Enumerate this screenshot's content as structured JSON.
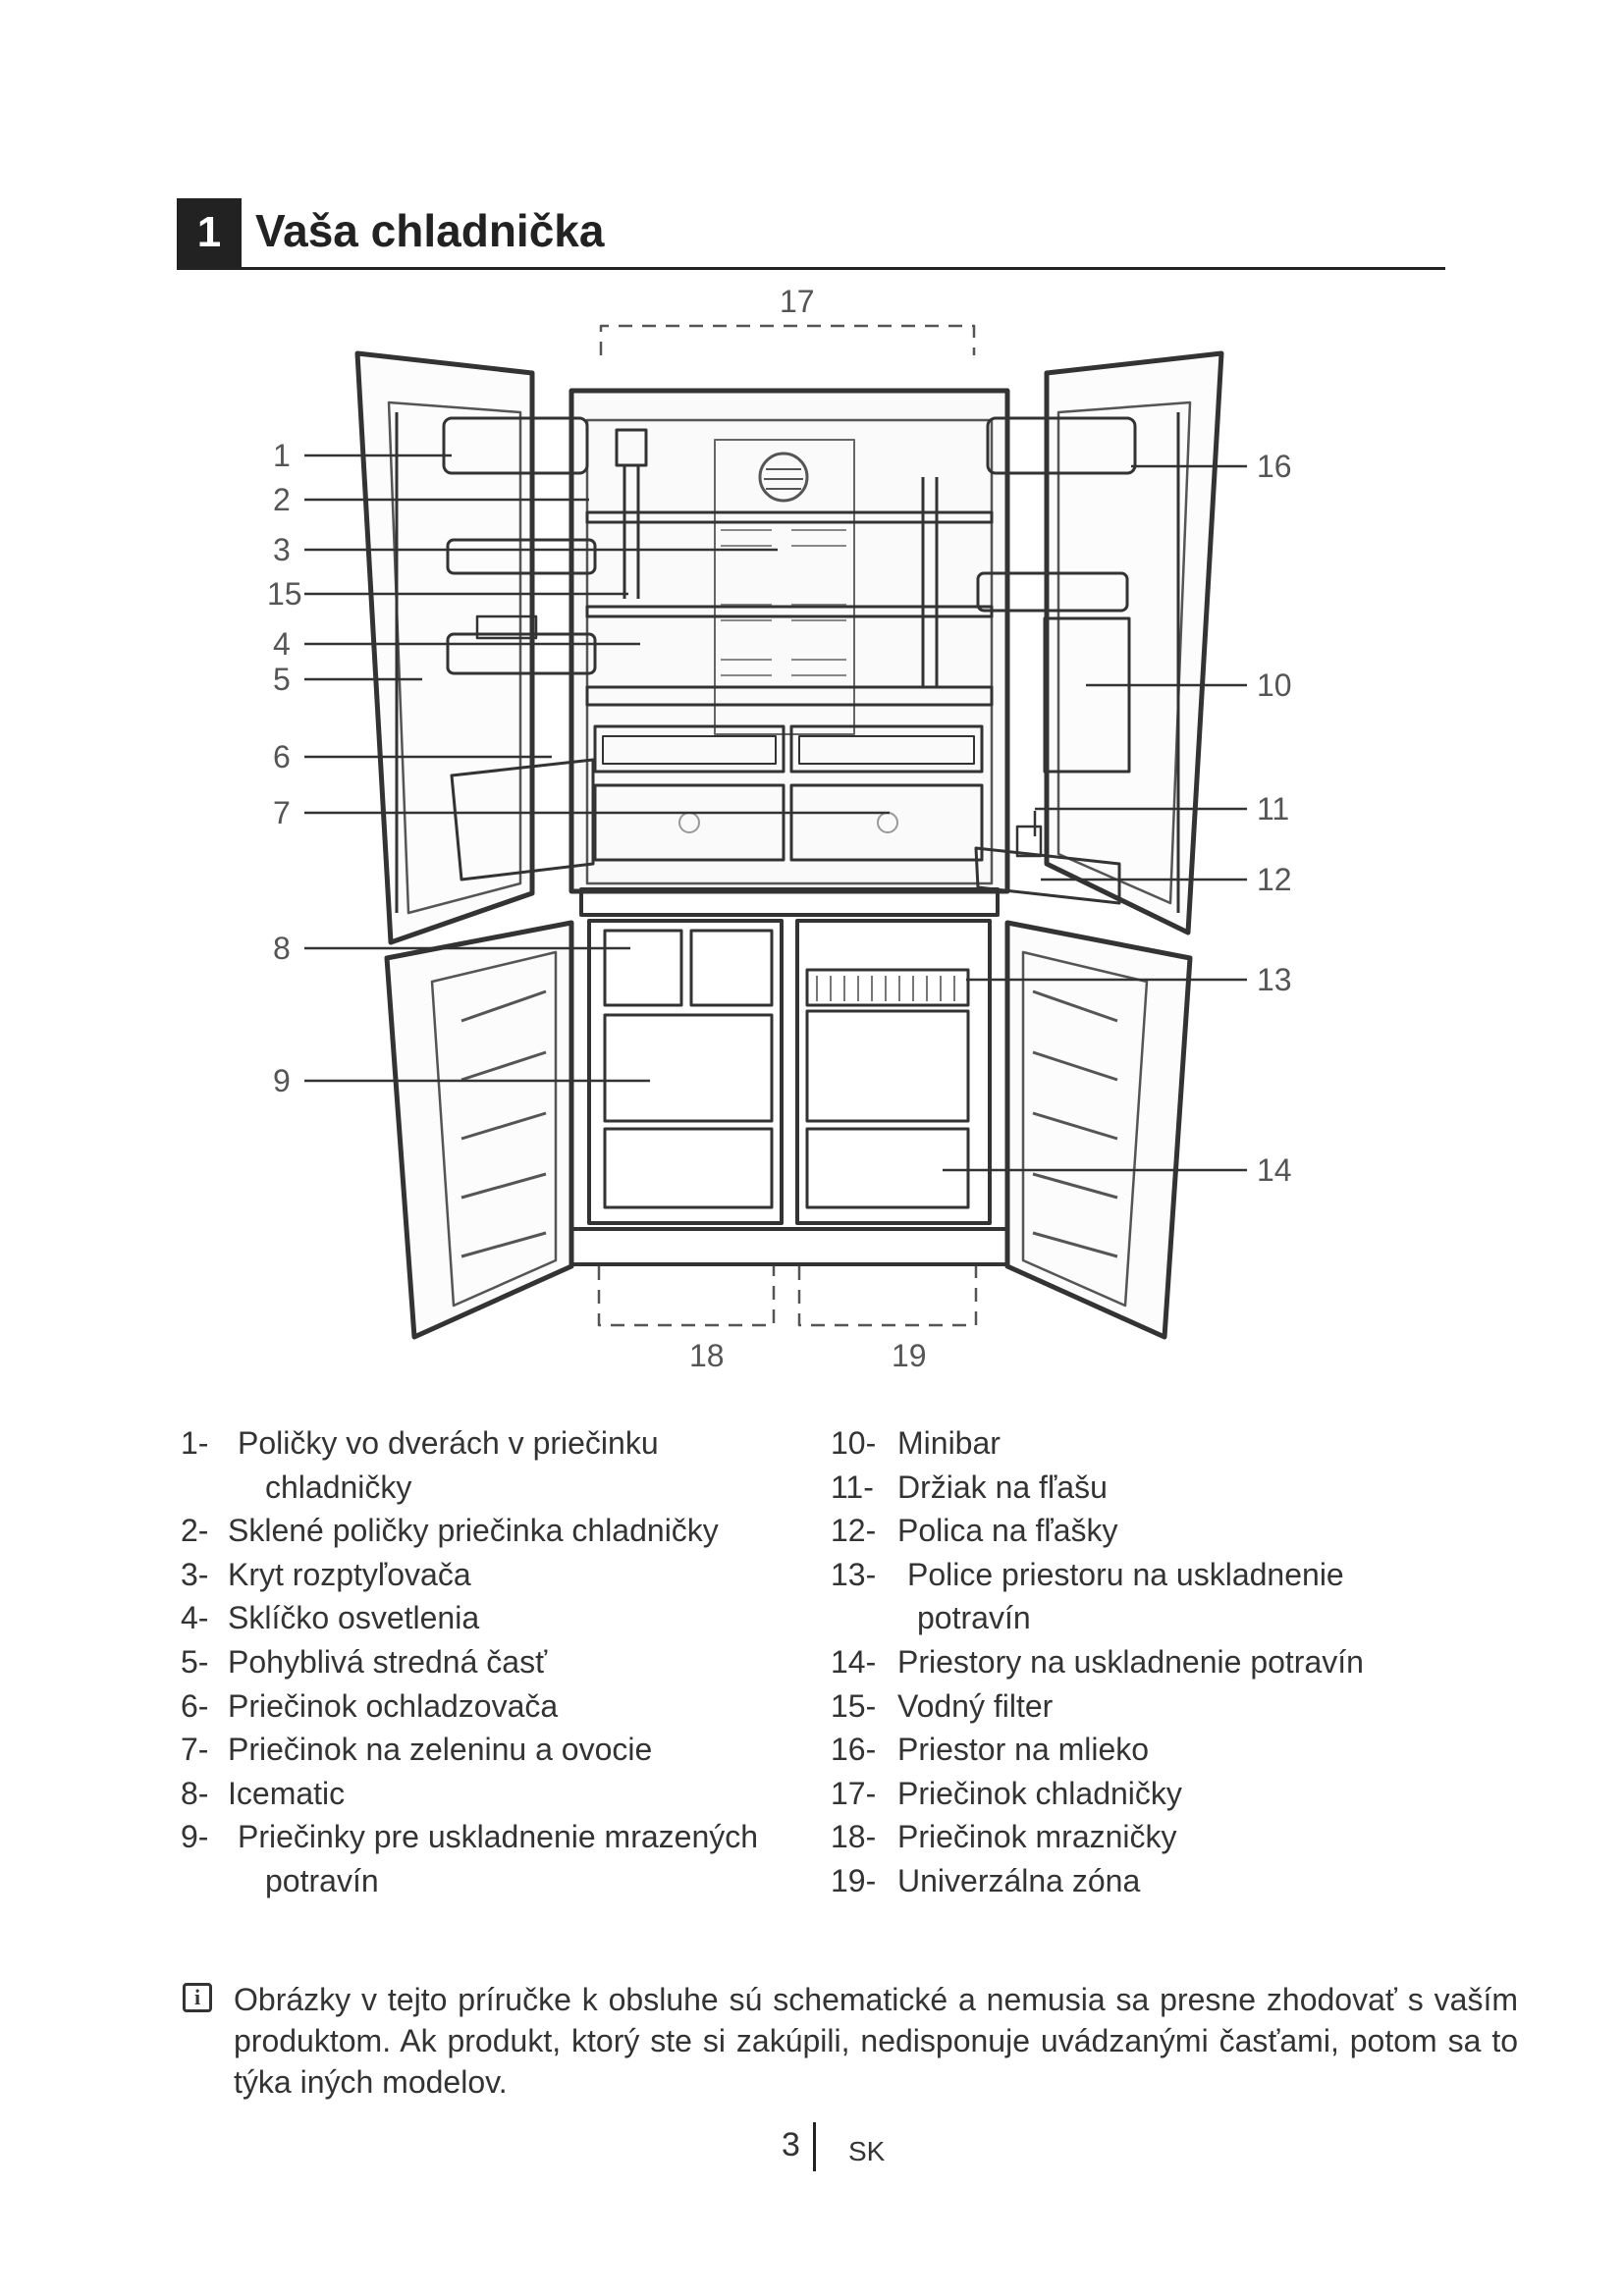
{
  "header": {
    "chapter_number": "1",
    "title": "Vaša chladnička"
  },
  "diagram": {
    "callouts": [
      "1",
      "2",
      "3",
      "15",
      "4",
      "5",
      "6",
      "7",
      "8",
      "9",
      "16",
      "10",
      "11",
      "12",
      "13",
      "14",
      "17",
      "18",
      "19"
    ]
  },
  "legend": {
    "left": [
      {
        "num": "1-",
        "text": "Poličky vo dverách v priečinku",
        "cont": "chladničky"
      },
      {
        "num": "2-",
        "text": "Sklené poličky priečinka chladničky"
      },
      {
        "num": "3-",
        "text": "Kryt rozptyľovača"
      },
      {
        "num": "4-",
        "text": "Sklíčko osvetlenia"
      },
      {
        "num": "5-",
        "text": "Pohyblivá stredná časť"
      },
      {
        "num": "6-",
        "text": "Priečinok ochladzovača"
      },
      {
        "num": "7-",
        "text": "Priečinok na zeleninu a ovocie"
      },
      {
        "num": "8-",
        "text": "Icematic"
      },
      {
        "num": "9-",
        "text": "Priečinky pre uskladnenie mrazených",
        "cont": "potravín"
      }
    ],
    "right": [
      {
        "num": "10-",
        "text": "Minibar"
      },
      {
        "num": "11-",
        "text": "Držiak na fľašu"
      },
      {
        "num": "12-",
        "text": "Polica na fľašky"
      },
      {
        "num": "13-",
        "text": "Police priestoru na uskladnenie",
        "cont": "potravín"
      },
      {
        "num": "14-",
        "text": "Priestory na uskladnenie potravín"
      },
      {
        "num": "15-",
        "text": "Vodný filter"
      },
      {
        "num": "16-",
        "text": "Priestor na mlieko"
      },
      {
        "num": "17-",
        "text": "Priečinok chladničky"
      },
      {
        "num": "18-",
        "text": "Priečinok mrazničky"
      },
      {
        "num": "19-",
        "text": "Univerzálna zóna"
      }
    ]
  },
  "note": {
    "icon": "info-icon",
    "text": "Obrázky v tejto príručke k obsluhe sú schematické a nemusia sa presne zhodovať s vaším produktom. Ak produkt, ktorý ste si zakúpili, nedisponuje uvádzanými časťami, potom sa to týka iných modelov."
  },
  "footer": {
    "page_number": "3",
    "language": "SK"
  }
}
